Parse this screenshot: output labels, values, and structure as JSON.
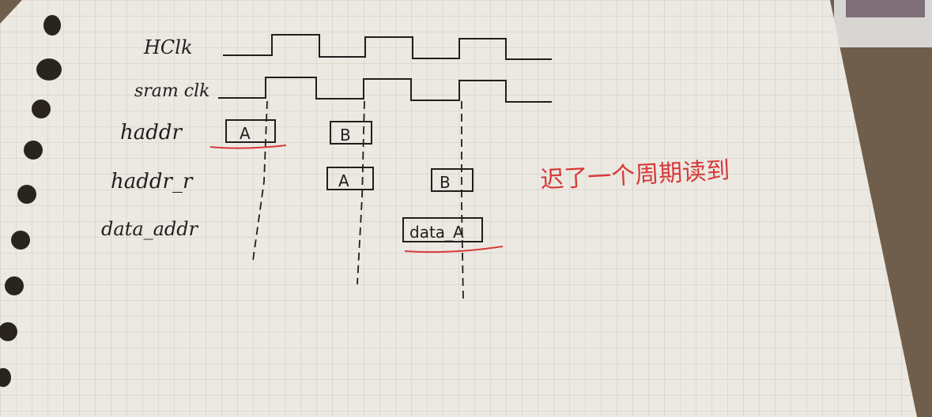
{
  "signals": [
    {
      "label": "HClk"
    },
    {
      "label": "sram clk"
    },
    {
      "label": "haddr"
    },
    {
      "label": "haddr_r"
    },
    {
      "label": "data_addr"
    }
  ],
  "boxes": {
    "haddr_a": "A",
    "haddr_b": "B",
    "haddr_r_a": "A",
    "haddr_r_b": "B",
    "data_addr_a": "data_A"
  },
  "annotation": "迟了一个周期读到",
  "colors": {
    "ink": "#1f1f1f",
    "red_ink": "#d63a3a",
    "paper": "#ece9e2",
    "grid": "#c9c6bf"
  }
}
